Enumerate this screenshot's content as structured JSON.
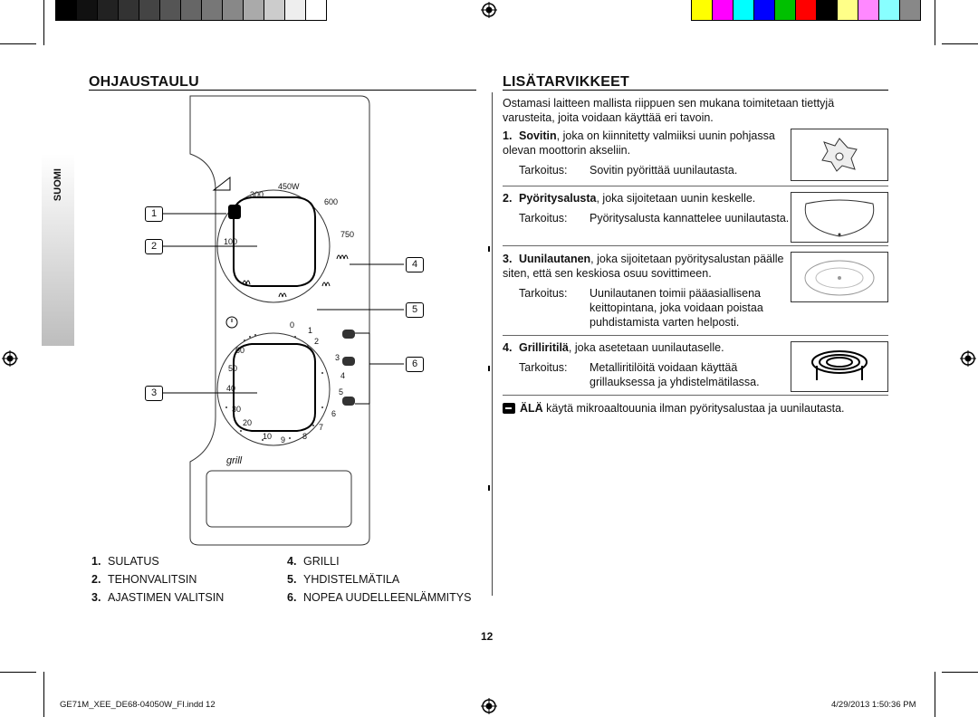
{
  "left": {
    "heading": "OHJAUSTAULU",
    "side_tab": "SUOMI",
    "panel": {
      "power_marks": [
        "450W",
        "300",
        "600",
        "100",
        "750"
      ],
      "timer_marks": [
        "0",
        "1",
        "2",
        "3",
        "4",
        "5",
        "6",
        "7",
        "8",
        "9",
        "10",
        "20",
        "30",
        "40",
        "50",
        "60"
      ],
      "grill_label": "grill",
      "callouts": [
        "1",
        "2",
        "3",
        "4",
        "5",
        "6"
      ]
    },
    "legend": [
      {
        "num": "1.",
        "text": "SULATUS"
      },
      {
        "num": "2.",
        "text": "TEHONVALITSIN"
      },
      {
        "num": "3.",
        "text": "AJASTIMEN VALITSIN"
      },
      {
        "num": "4.",
        "text": "GRILLI"
      },
      {
        "num": "5.",
        "text": "YHDISTELMÄTILA"
      },
      {
        "num": "6.",
        "text": "NOPEA UUDELLEENLÄMMITYS"
      }
    ]
  },
  "right": {
    "heading": "LISÄTARVIKKEET",
    "intro": "Ostamasi laitteen mallista riippuen sen mukana toimitetaan tiettyjä varusteita, joita voidaan käyttää eri tavoin.",
    "items": [
      {
        "num": "1.",
        "name": "Sovitin",
        "desc": ", joka on kiinnitetty valmiiksi uunin pohjassa olevan moottorin akseliin.",
        "purpose_label": "Tarkoitus:",
        "purpose": "Sovitin pyörittää uunilautasta."
      },
      {
        "num": "2.",
        "name": "Pyöritysalusta",
        "desc": ", joka sijoitetaan uunin keskelle.",
        "purpose_label": "Tarkoitus:",
        "purpose": "Pyöritysalusta kannattelee uunilautasta."
      },
      {
        "num": "3.",
        "name": "Uunilautanen",
        "desc": ", joka sijoitetaan pyöritysalustan päälle siten, että sen keskiosa osuu sovittimeen.",
        "purpose_label": "Tarkoitus:",
        "purpose": "Uunilautanen toimii pääasiallisena keittopintana, joka voidaan poistaa puhdistamista varten helposti."
      },
      {
        "num": "4.",
        "name": "Grilliritilä",
        "desc": ", joka asetetaan uunilautaselle.",
        "purpose_label": "Tarkoitus:",
        "purpose": "Metalliritilöitä voidaan käyttää grillauksessa ja yhdistelmätilassa."
      }
    ],
    "note_bold": "ÄLÄ",
    "note": " käytä mikroaaltouunia ilman pyöritysalustaa ja uunilautasta."
  },
  "page_number": "12",
  "footer": {
    "file": "GE71M_XEE_DE68-04050W_FI.indd   12",
    "date": "4/29/2013   1:50:36 PM"
  },
  "colors": {
    "gray_bar": [
      "#000000",
      "#111111",
      "#222222",
      "#333333",
      "#444444",
      "#555555",
      "#666666",
      "#777777",
      "#888888",
      "#aaaaaa",
      "#cccccc",
      "#eeeeee",
      "#ffffff"
    ],
    "color_bar": [
      "#ffff00",
      "#ff00ff",
      "#00ffff",
      "#0000ff",
      "#00c000",
      "#ff0000",
      "#000000",
      "#ffff88",
      "#ff88ff",
      "#88ffff",
      "#888888"
    ]
  }
}
